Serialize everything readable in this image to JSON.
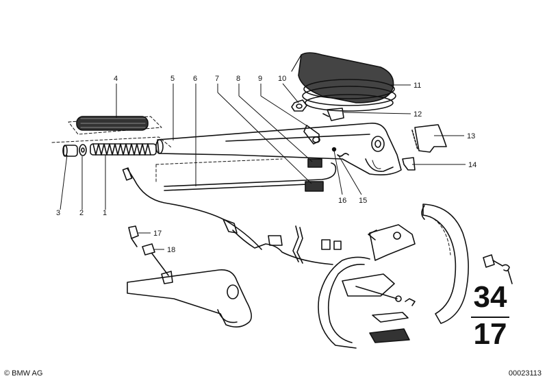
{
  "callouts": [
    "1",
    "2",
    "3",
    "4",
    "5",
    "6",
    "7",
    "8",
    "9",
    "10",
    "11",
    "12",
    "13",
    "14",
    "15",
    "16",
    "17",
    "18"
  ],
  "section": {
    "top": "34",
    "bottom": "17"
  },
  "footer": {
    "copyright": "© BMW AG",
    "image_number": "00023113"
  }
}
